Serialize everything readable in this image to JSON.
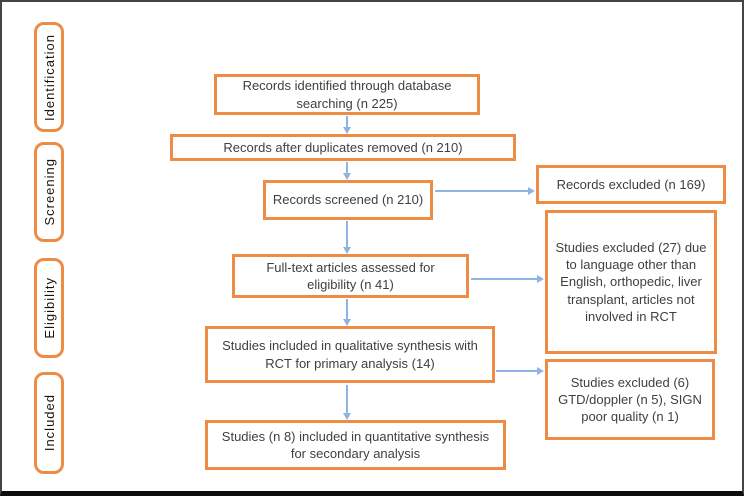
{
  "diagram": {
    "stages": [
      {
        "label": "Identification"
      },
      {
        "label": "Screening"
      },
      {
        "label": "Eligibility"
      },
      {
        "label": "Included"
      }
    ],
    "nodes": {
      "identified": "Records identified through database searching (n 225)",
      "duplicates_removed": "Records after duplicates removed (n 210)",
      "screened": "Records screened (n 210)",
      "fulltext_assessed": "Full-text articles assessed for eligibility (n 41)",
      "qualitative_synthesis": "Studies included in qualitative synthesis with RCT for primary analysis (14)",
      "quantitative_synthesis": "Studies (n 8) included in quantitative synthesis for secondary analysis",
      "records_excluded": "Records excluded (n 169)",
      "studies_excluded_fulltext": "Studies excluded (27) due to language other than English, orthopedic, liver transplant, articles not involved in RCT",
      "studies_excluded_quant": "Studies excluded (6) GTD/doppler (n 5), SIGN poor quality (n 1)"
    },
    "colors": {
      "box_border": "#EE8C46",
      "arrow": "#8EB4E3",
      "text": "#3F3F3F",
      "frame": "#454545"
    }
  }
}
